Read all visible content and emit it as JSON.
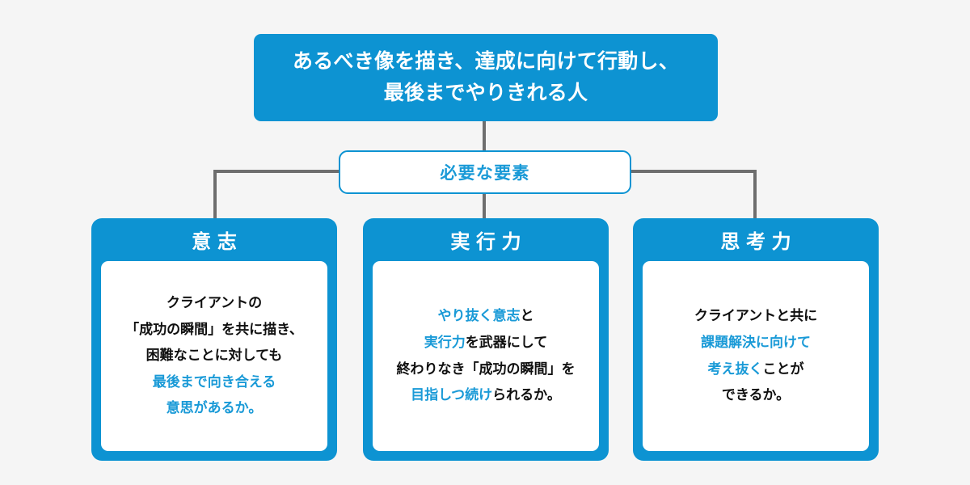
{
  "canvas": {
    "background_color": "#f5f5f5",
    "brand_blue": "#0d93d2",
    "highlight_blue": "#1a9ad7",
    "connector_gray": "#6e6e6e",
    "body_text_color": "#101010"
  },
  "hero": {
    "line1": "あるべき像を描き、達成に向けて行動し、",
    "line2": "最後までやりきれる人"
  },
  "pill": {
    "label": "必要な要素"
  },
  "columns": [
    {
      "header": "意志",
      "lines": [
        [
          {
            "text": "クライアントの",
            "highlight": false
          }
        ],
        [
          {
            "text": "「成功の瞬間」を共に描き、",
            "highlight": false
          }
        ],
        [
          {
            "text": "困難なことに対しても",
            "highlight": false
          }
        ],
        [
          {
            "text": "最後まで向き合える",
            "highlight": true
          }
        ],
        [
          {
            "text": "意思があるか。",
            "highlight": true
          }
        ]
      ]
    },
    {
      "header": "実行力",
      "lines": [
        [
          {
            "text": "やり抜く意志",
            "highlight": true
          },
          {
            "text": "と",
            "highlight": false
          }
        ],
        [
          {
            "text": "実行力",
            "highlight": true
          },
          {
            "text": "を武器にして",
            "highlight": false
          }
        ],
        [
          {
            "text": "終わりなき「成功の瞬間」を",
            "highlight": false
          }
        ],
        [
          {
            "text": "目指しつ続け",
            "highlight": true
          },
          {
            "text": "られるか。",
            "highlight": false
          }
        ]
      ]
    },
    {
      "header": "思考力",
      "lines": [
        [
          {
            "text": "クライアントと共に",
            "highlight": false
          }
        ],
        [
          {
            "text": "課題解決に向けて",
            "highlight": true
          }
        ],
        [
          {
            "text": "考え抜く",
            "highlight": true
          },
          {
            "text": "ことが",
            "highlight": false
          }
        ],
        [
          {
            "text": "できるか。",
            "highlight": false
          }
        ]
      ]
    }
  ]
}
